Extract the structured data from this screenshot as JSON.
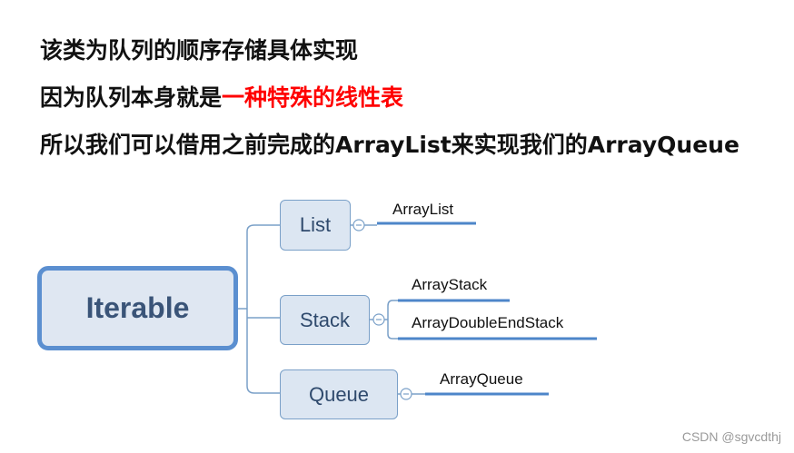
{
  "text": {
    "line1": "该类为队列的顺序存储具体实现",
    "line2_a": "因为队列本身就是",
    "line2_b": "一种特殊的线性表",
    "line3": "所以我们可以借用之前完成的ArrayList来实现我们的ArrayQueue"
  },
  "diagram": {
    "root": "Iterable",
    "children": [
      {
        "label": "List",
        "leaves": [
          "ArrayList"
        ]
      },
      {
        "label": "Stack",
        "leaves": [
          "ArrayStack",
          "ArrayDoubleEndStack"
        ]
      },
      {
        "label": "Queue",
        "leaves": [
          "ArrayQueue"
        ]
      }
    ],
    "collapse_symbol": "−"
  },
  "watermark": "CSDN @sgvcdthj",
  "colors": {
    "accent": "#5b8fd0",
    "highlight": "#ff0000",
    "node_fill": "#dce6f2"
  }
}
